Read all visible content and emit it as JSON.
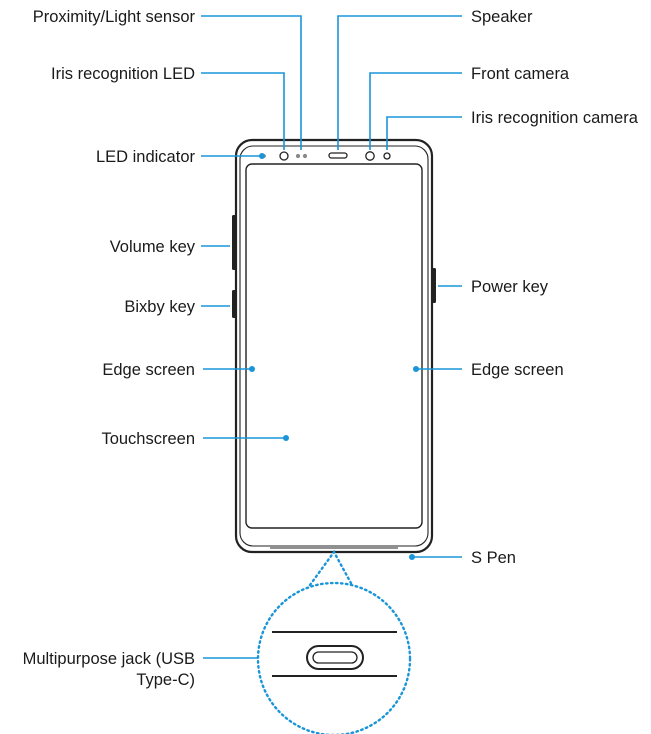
{
  "diagram": {
    "labels": {
      "proximity_light_sensor": "Proximity/Light sensor",
      "iris_recognition_led": "Iris recognition LED",
      "led_indicator": "LED indicator",
      "volume_key": "Volume key",
      "bixby_key": "Bixby key",
      "edge_screen_left": "Edge screen",
      "touchscreen": "Touchscreen",
      "multipurpose_jack_line1": "Multipurpose jack (USB",
      "multipurpose_jack_line2": "Type-C)",
      "speaker": "Speaker",
      "front_camera": "Front camera",
      "iris_recognition_camera": "Iris recognition camera",
      "power_key": "Power key",
      "edge_screen_right": "Edge screen",
      "s_pen": "S Pen"
    },
    "colors": {
      "leader": "#1a95d8",
      "outline": "#222222",
      "text": "#1a1a1a"
    }
  }
}
